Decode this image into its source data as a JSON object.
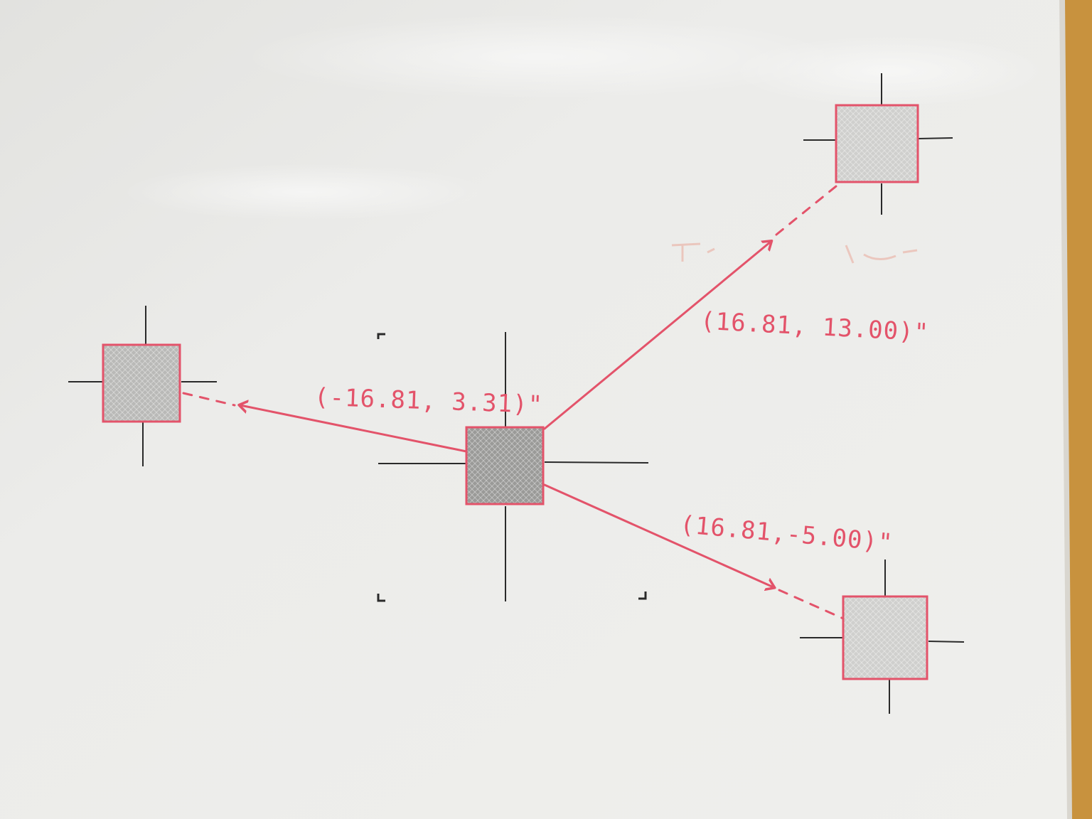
{
  "colors": {
    "marker_red": "#e3536a",
    "marker_black": "#2a2a2a",
    "board_white": "#ecece9",
    "frame_wood": "#c8923e",
    "center_fill": "#9a9a98",
    "offset_fill": "#cfcfcd"
  },
  "diagram": {
    "center_square": {
      "label": ""
    },
    "vectors": [
      {
        "id": "left",
        "label": "(-16.81, 3.31)\""
      },
      {
        "id": "upper-right",
        "label": "(16.81, 13.00)\""
      },
      {
        "id": "lower-right",
        "label": "(16.81,-5.00)\""
      }
    ]
  }
}
